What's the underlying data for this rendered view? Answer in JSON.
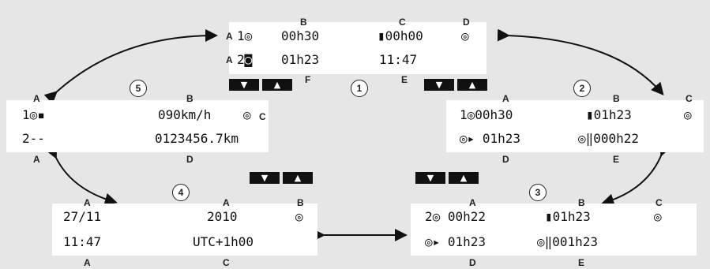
{
  "panel1": {
    "number": "1",
    "labels": {
      "a1": "A",
      "a2": "A",
      "b": "B",
      "c": "C",
      "d": "D",
      "e": "E",
      "f": "F"
    },
    "row1": {
      "prefix": "1◎",
      "b": "00h30",
      "c": "▮00h00",
      "d": "◎"
    },
    "row2": {
      "prefix": "2◙",
      "b": "01h23",
      "e": "11:47"
    }
  },
  "panel2": {
    "number": "2",
    "labels": {
      "a": "A",
      "b": "B",
      "c": "C",
      "d": "D",
      "e": "E"
    },
    "row1": {
      "a": "1◎00h30",
      "b": "▮01h23",
      "c": "◎"
    },
    "row2": {
      "d": "◎▸ 01h23",
      "e": "◎‖000h22"
    }
  },
  "panel3": {
    "number": "3",
    "labels": {
      "a": "A",
      "b": "B",
      "c": "C",
      "d": "D",
      "e": "E"
    },
    "row1": {
      "a": "2◎ 00h22",
      "b": "▮01h23",
      "c": "◎"
    },
    "row2": {
      "d": "◎▸ 01h23",
      "e": "◎‖001h23"
    }
  },
  "panel4": {
    "number": "4",
    "labels": {
      "a1": "A",
      "a2": "A",
      "b": "B",
      "a3": "A",
      "c": "C"
    },
    "row1": {
      "date": "27/11",
      "year": "2010",
      "b": "◎"
    },
    "row2": {
      "time": "11:47",
      "utc": "UTC+1h00"
    }
  },
  "panel5": {
    "number": "5",
    "labels": {
      "a1": "A",
      "b": "B",
      "c": "C",
      "a2": "A",
      "d": "D"
    },
    "row1": {
      "a": "1◎▪",
      "speed": "090km/h",
      "c": "◎"
    },
    "row2": {
      "a": "2--",
      "odo": "0123456.7km"
    }
  },
  "buttons": {
    "down": "▼",
    "up": "▲"
  },
  "colors": {
    "background": "#e6e6e6",
    "screen": "#ffffff",
    "button": "#111111"
  }
}
